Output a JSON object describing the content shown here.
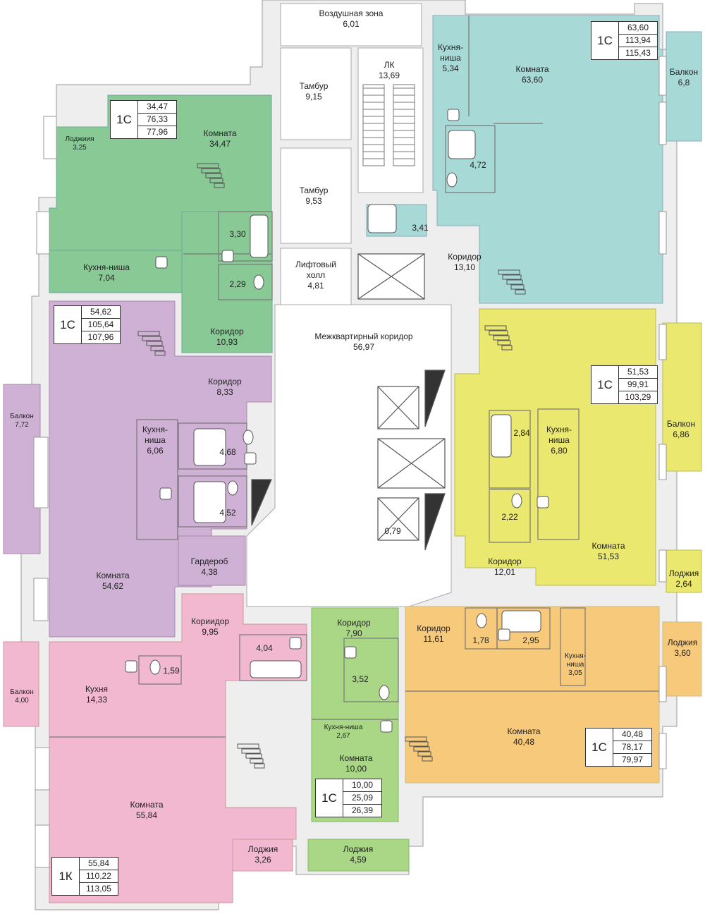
{
  "colors": {
    "teal": "#a7d9d6",
    "green": "#88c996",
    "purple": "#cfb1d6",
    "yellow": "#eae86f",
    "pink": "#f2b8d0",
    "lightgreen": "#a9d786",
    "orange": "#f7c97a",
    "common": "#ffffff",
    "wall": "#c8c8c8"
  },
  "apartments": {
    "teal": {
      "type": "1С",
      "v1": "63,60",
      "v2": "113,94",
      "v3": "115,43"
    },
    "green": {
      "type": "1С",
      "v1": "34,47",
      "v2": "76,33",
      "v3": "77,96"
    },
    "purple": {
      "type": "1С",
      "v1": "54,62",
      "v2": "105,64",
      "v3": "107,96"
    },
    "yellow": {
      "type": "1С",
      "v1": "51,53",
      "v2": "99,91",
      "v3": "103,29"
    },
    "orange": {
      "type": "1С",
      "v1": "40,48",
      "v2": "78,17",
      "v3": "79,97"
    },
    "lgreen": {
      "type": "1С",
      "v1": "10,00",
      "v2": "25,09",
      "v3": "26,39"
    },
    "pink": {
      "type": "1К",
      "v1": "55,84",
      "v2": "110,22",
      "v3": "113,05"
    }
  },
  "rooms": {
    "air_zone": {
      "name": "Воздушная зона",
      "area": "6,01"
    },
    "lk": {
      "name": "ЛК",
      "area": "13,69"
    },
    "tambur1": {
      "name": "Тамбур",
      "area": "9,15"
    },
    "tambur2": {
      "name": "Тамбур",
      "area": "9,53"
    },
    "lift_hall": {
      "name": "Лифтовый холл",
      "area": "4,81"
    },
    "corridor_common": {
      "name": "Межквартирный коридор",
      "area": "56,97"
    },
    "shaft_small": {
      "name": "",
      "area": "0,79"
    },
    "teal_kitchen": {
      "name": "Кухня-ниша",
      "area": "5,34"
    },
    "teal_room": {
      "name": "Комната",
      "area": "63,60"
    },
    "teal_balcony": {
      "name": "Балкон",
      "area": "6,8"
    },
    "teal_bath1": {
      "name": "",
      "area": "4,72"
    },
    "teal_bath2": {
      "name": "",
      "area": "3,41"
    },
    "teal_corridor": {
      "name": "Коридор",
      "area": "13,10"
    },
    "green_loggia": {
      "name": "Лоджиия",
      "area": "3,25"
    },
    "green_room": {
      "name": "Комната",
      "area": "34,47"
    },
    "green_kitchen": {
      "name": "Кухня-ниша",
      "area": "7,04"
    },
    "green_bath1": {
      "name": "",
      "area": "3,30"
    },
    "green_bath2": {
      "name": "",
      "area": "2,29"
    },
    "green_corridor": {
      "name": "Коридор",
      "area": "10,93"
    },
    "purple_balcony": {
      "name": "Балкон",
      "area": "7,72"
    },
    "purple_corridor": {
      "name": "Коридор",
      "area": "8,33"
    },
    "purple_kitchen": {
      "name": "Кухня-ниша",
      "area": "6,06"
    },
    "purple_bath1": {
      "name": "",
      "area": "4,68"
    },
    "purple_bath2": {
      "name": "",
      "area": "4,52"
    },
    "purple_wardrobe": {
      "name": "Гардероб",
      "area": "4,38"
    },
    "purple_room": {
      "name": "Комната",
      "area": "54,62"
    },
    "yellow_bath1": {
      "name": "",
      "area": "2,84"
    },
    "yellow_kitchen": {
      "name": "Кухня-ниша",
      "area": "6,80"
    },
    "yellow_balcony": {
      "name": "Балкон",
      "area": "6,86"
    },
    "yellow_bath2": {
      "name": "",
      "area": "2,22"
    },
    "yellow_corridor": {
      "name": "Коридор",
      "area": "12,01"
    },
    "yellow_room": {
      "name": "Комната",
      "area": "51,53"
    },
    "yellow_loggia": {
      "name": "Лоджия",
      "area": "2,64"
    },
    "pink_corridor": {
      "name": "Кориидор",
      "area": "9,95"
    },
    "pink_bath1": {
      "name": "",
      "area": "4,04"
    },
    "pink_bath2": {
      "name": "",
      "area": "1,59"
    },
    "pink_balcony": {
      "name": "Балкон",
      "area": "4,00"
    },
    "pink_kitchen": {
      "name": "Кухня",
      "area": "14,33"
    },
    "pink_room": {
      "name": "Комната",
      "area": "55,84"
    },
    "pink_loggia": {
      "name": "Лоджия",
      "area": "3,26"
    },
    "lg_corridor": {
      "name": "Коридор",
      "area": "7,90"
    },
    "lg_bath": {
      "name": "",
      "area": "3,52"
    },
    "lg_kitchen": {
      "name": "Кухня-ниша",
      "area": "2,67"
    },
    "lg_room": {
      "name": "Комната",
      "area": "10,00"
    },
    "lg_loggia": {
      "name": "Лоджия",
      "area": "4,59"
    },
    "or_corridor": {
      "name": "Коридор",
      "area": "11,61"
    },
    "or_bath1": {
      "name": "",
      "area": "1,78"
    },
    "or_bath2": {
      "name": "",
      "area": "2,95"
    },
    "or_kitchen": {
      "name": "Кухня-ниша",
      "area": "3,05"
    },
    "or_loggia": {
      "name": "Лоджия",
      "area": "3,60"
    },
    "or_room": {
      "name": "Комната",
      "area": "40,48"
    }
  }
}
